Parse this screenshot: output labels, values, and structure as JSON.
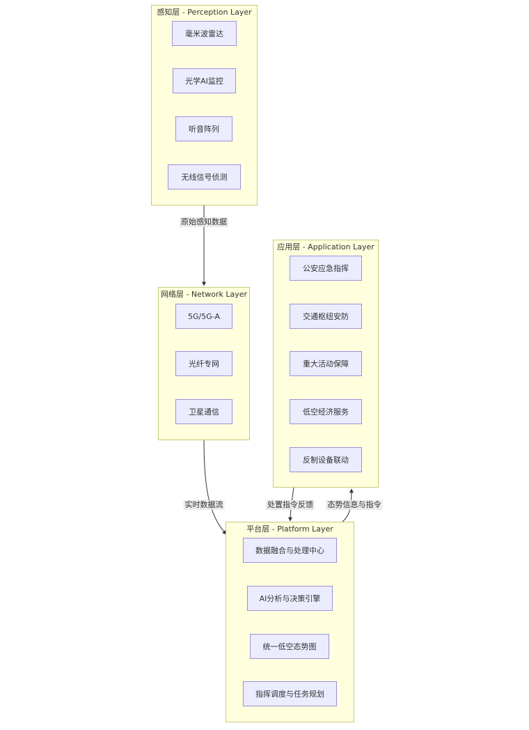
{
  "colors": {
    "cluster_fill": "#ffffde",
    "cluster_stroke": "#c9c97a",
    "node_fill": "#ececff",
    "node_stroke": "#9c8fdc",
    "edge": "#333333"
  },
  "clusters": {
    "perception": {
      "title": "感知层 - Perception Layer",
      "nodes": [
        "毫米波雷达",
        "光学AI监控",
        "听音阵列",
        "无线信号侦测"
      ]
    },
    "network": {
      "title": "网络层 - Network Layer",
      "nodes": [
        "5G/5G-A",
        "光纤专网",
        "卫星通信"
      ]
    },
    "application": {
      "title": "应用层 - Application Layer",
      "nodes": [
        "公安应急指挥",
        "交通枢纽安防",
        "重大活动保障",
        "低空经济服务",
        "反制设备联动"
      ]
    },
    "platform": {
      "title": "平台层 - Platform Layer",
      "nodes": [
        "数据融合与处理中心",
        "AI分析与决策引擎",
        "统一低空态势图",
        "指挥调度与任务规划"
      ]
    }
  },
  "edges": {
    "perception_to_network": "原始感知数据",
    "network_to_platform": "实时数据流",
    "application_to_platform": "处置指令反馈",
    "platform_to_application": "态势信息与指令"
  }
}
